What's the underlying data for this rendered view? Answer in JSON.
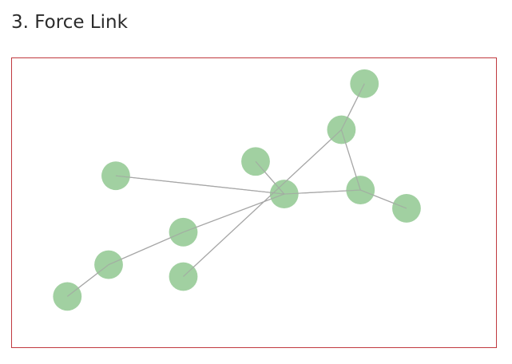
{
  "header": {
    "title": "3. Force Link"
  },
  "graph": {
    "colors": {
      "frame": "#c0393f",
      "node": "#99cc99",
      "link": "#a6a6a6"
    },
    "nodes": [
      {
        "id": "n0"
      },
      {
        "id": "n1"
      },
      {
        "id": "n2"
      },
      {
        "id": "n3"
      },
      {
        "id": "n4"
      },
      {
        "id": "n5"
      },
      {
        "id": "n6"
      },
      {
        "id": "n7"
      },
      {
        "id": "n8"
      },
      {
        "id": "n9"
      },
      {
        "id": "n10"
      }
    ],
    "links": [
      {
        "source": "n0",
        "target": "n1"
      },
      {
        "source": "n1",
        "target": "n4"
      },
      {
        "source": "n1",
        "target": "n5"
      },
      {
        "source": "n4",
        "target": "n3"
      },
      {
        "source": "n3",
        "target": "n2"
      },
      {
        "source": "n1",
        "target": "n6"
      },
      {
        "source": "n6",
        "target": "n7"
      },
      {
        "source": "n6",
        "target": "n8"
      },
      {
        "source": "n8",
        "target": "n9"
      },
      {
        "source": "n8",
        "target": "n10"
      }
    ]
  }
}
